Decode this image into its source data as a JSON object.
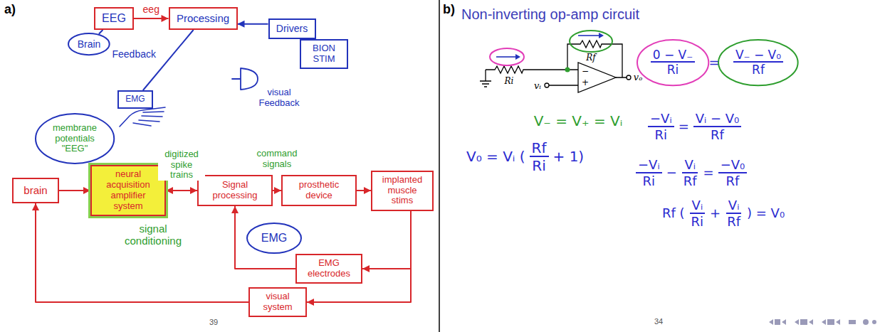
{
  "diagram": {
    "nodes": [
      {
        "text": [
          "EEG"
        ]
      },
      {
        "text": [
          "Processing"
        ]
      },
      {
        "text": [
          "Drivers"
        ]
      },
      {
        "text": [
          "Brain"
        ]
      },
      {
        "text": [
          "BION STIM"
        ]
      },
      {
        "text": [
          "EMG"
        ]
      },
      {
        "text": [
          "membrane potentials \"EEG\""
        ]
      },
      {
        "text": [
          "brain"
        ]
      },
      {
        "text": [
          "neural acquisition amplifier system"
        ]
      },
      {
        "text": [
          "Signal processing"
        ]
      },
      {
        "text": [
          "prosthetic device"
        ]
      },
      {
        "text": [
          "implanted muscle stims"
        ]
      },
      {
        "text": [
          "EMG"
        ]
      },
      {
        "text": [
          "EMG electrodes"
        ]
      },
      {
        "text": [
          "visual system"
        ]
      },
      {
        "text": [
          "0 − V₋",
          "Ri"
        ]
      },
      {
        "text": [
          "V₋ − V₀",
          "Rf"
        ]
      }
    ],
    "edges": [
      {
        "from": 3,
        "to": 0,
        "arrow": "none"
      },
      {
        "from": 0,
        "to": 1,
        "arrow": "to",
        "label": "eeg"
      },
      {
        "from": 2,
        "to": 1,
        "arrow": "to"
      },
      {
        "from": 2,
        "to": 4,
        "arrow": "none"
      },
      {
        "from": 5,
        "to": 1,
        "arrow": "none",
        "label": "Feedback"
      },
      {
        "from": 7,
        "to": 8,
        "arrow": "to"
      },
      {
        "from": 8,
        "to": 9,
        "arrow": "both",
        "label": "digitized spike trains"
      },
      {
        "from": 9,
        "to": 10,
        "arrow": "to",
        "label": "command signals"
      },
      {
        "from": 10,
        "to": 11,
        "arrow": "to"
      },
      {
        "from": 11,
        "to": 13,
        "arrow": "to"
      },
      {
        "from": 13,
        "to": 9,
        "arrow": "to"
      },
      {
        "from": 11,
        "to": 14,
        "arrow": "to"
      },
      {
        "from": 14,
        "to": 7,
        "arrow": "to"
      }
    ],
    "labels": [
      "a)",
      "visual Feedback",
      "signal conditioning",
      "39",
      "b)",
      "Non-inverting op-amp circuit",
      "Ri",
      "Rf",
      "−",
      "+",
      "vᵢ",
      "vₒ",
      "=",
      "V₋ = V₊ = Vᵢ",
      "V₀ = Vᵢ (",
      "Rf",
      "Ri",
      "+ 1)",
      "−Vᵢ",
      "Ri",
      "=",
      "Vᵢ − V₀",
      "Rf",
      "−Vᵢ",
      "Ri",
      "−",
      "Vᵢ",
      "Rf",
      "=",
      "−V₀",
      "Rf",
      "Rf (",
      "Vᵢ",
      "Ri",
      "+",
      "Vᵢ",
      "Rf",
      ") = V₀",
      "34"
    ]
  }
}
